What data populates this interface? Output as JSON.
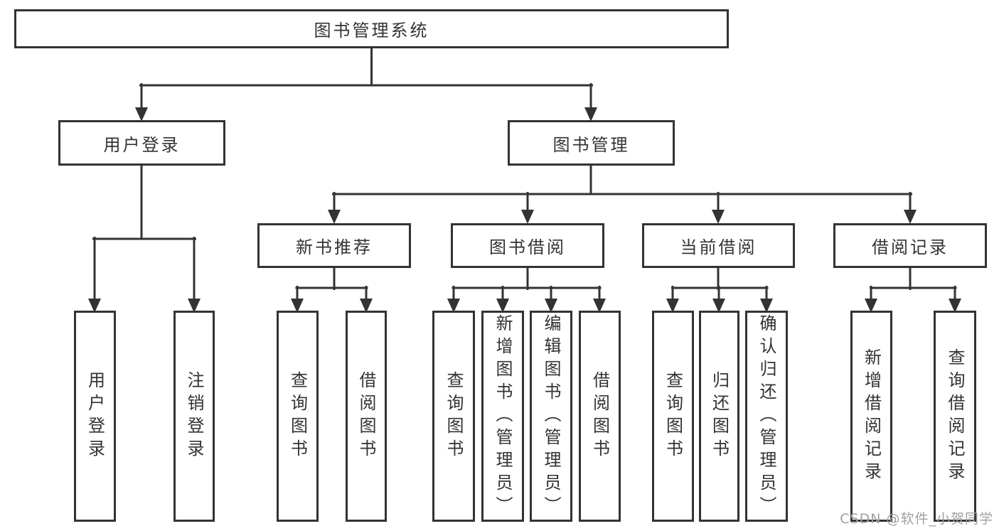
{
  "diagram": {
    "title": "图书管理系统",
    "branches": [
      {
        "label": "用户登录",
        "children": [
          {
            "label": "用户登录"
          },
          {
            "label": "注销登录"
          }
        ]
      },
      {
        "label": "图书管理",
        "children": [
          {
            "label": "新书推荐",
            "children": [
              {
                "label": "查询图书"
              },
              {
                "label": "借阅图书"
              }
            ]
          },
          {
            "label": "图书借阅",
            "children": [
              {
                "label": "查询图书"
              },
              {
                "label": "新增图书（管理员）"
              },
              {
                "label": "编辑图书（管理员）"
              },
              {
                "label": "借阅图书"
              }
            ]
          },
          {
            "label": "当前借阅",
            "children": [
              {
                "label": "查询图书"
              },
              {
                "label": "归还图书"
              },
              {
                "label": "确认归还（管理员）"
              }
            ]
          },
          {
            "label": "借阅记录",
            "children": [
              {
                "label": "新增借阅记录"
              },
              {
                "label": "查询借阅记录"
              }
            ]
          }
        ]
      }
    ]
  },
  "watermark": {
    "text": "CSDN @软件_小贺同学"
  },
  "colors": {
    "line": "#333333",
    "text": "#333333",
    "background": "#ffffff",
    "watermark": "#9fa0a5"
  }
}
